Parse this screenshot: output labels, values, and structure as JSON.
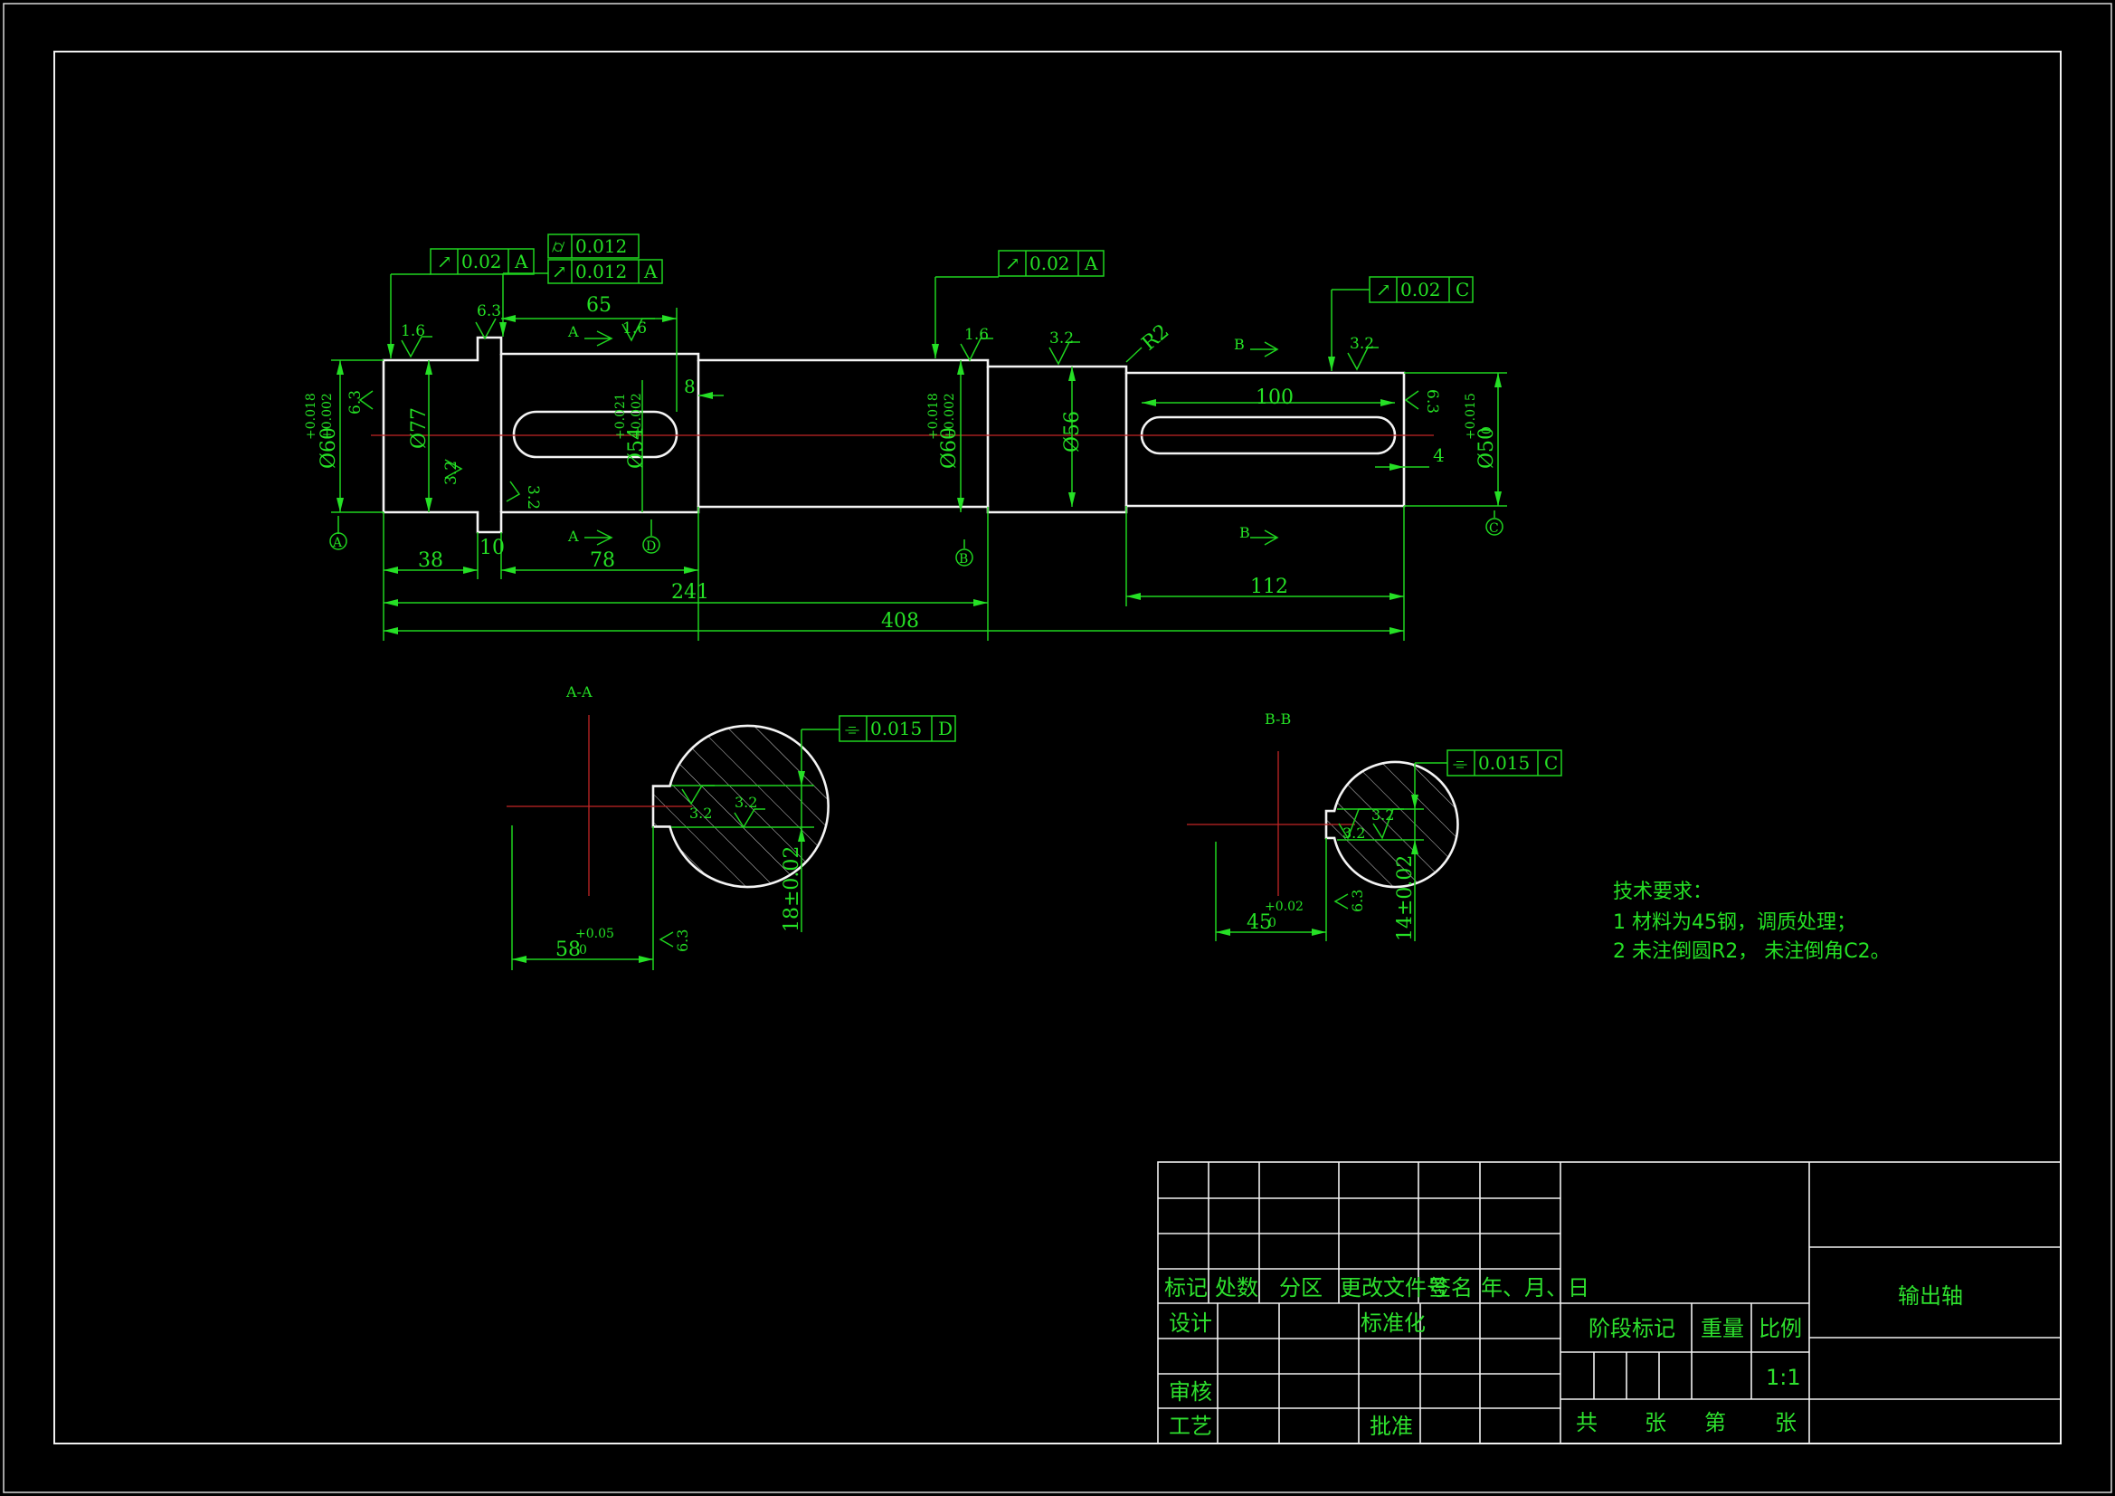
{
  "colors": {
    "background": "#000000",
    "geometry": "#f4f4f4",
    "annotation": "#25e025",
    "centerline": "#c22525"
  },
  "main_view": {
    "fcf": [
      {
        "symbol": "↗",
        "value": "0.02",
        "datum": "A"
      },
      {
        "symbol": "⌭",
        "value": "0.012",
        "datum": ""
      },
      {
        "symbol": "↗",
        "value": "0.012",
        "datum": "A"
      },
      {
        "symbol": "↗",
        "value": "0.02",
        "datum": "A"
      },
      {
        "symbol": "↗",
        "value": "0.02",
        "datum": "C"
      }
    ],
    "roughness": {
      "r16": "1.6",
      "r32": "3.2",
      "r63": "6.3"
    },
    "dims": {
      "d65": "65",
      "d8": "8",
      "d100": "100",
      "d4": "4",
      "d38": "38",
      "d10": "10",
      "d78": "78",
      "d241": "241",
      "d408": "408",
      "d112": "112",
      "dia77": "Ø77",
      "dia60": "Ø60",
      "dia54": "Ø54",
      "dia56": "Ø56",
      "dia50": "Ø50",
      "tol_60": [
        "+0.018",
        "+0.002"
      ],
      "tol_54": [
        "+0.021",
        "+0.002"
      ],
      "tol_50": [
        "+0.015",
        "0"
      ],
      "radius": "R2"
    },
    "datums": [
      "A",
      "D",
      "B",
      "C"
    ],
    "section_marks": {
      "a": "A",
      "b": "B"
    }
  },
  "section_aa": {
    "title": "A-A",
    "fcf": {
      "symbol": "⌯",
      "value": "0.015",
      "datum": "D"
    },
    "width": "58",
    "width_tol": [
      "+0.05",
      "0"
    ],
    "height": "18±0.02",
    "roughness": [
      "3.2",
      "3.2",
      "6.3"
    ]
  },
  "section_bb": {
    "title": "B-B",
    "fcf": {
      "symbol": "⌯",
      "value": "0.015",
      "datum": "C"
    },
    "width": "45",
    "width_tol": [
      "+0.02",
      "0"
    ],
    "height": "14±0.02",
    "roughness": [
      "3.2",
      "3.2",
      "6.3"
    ]
  },
  "tech_req": {
    "title": "技术要求：",
    "lines": [
      "1  材料为45钢，调质处理；",
      "2  未注倒圆R2，  未注倒角C2。"
    ]
  },
  "title_block": {
    "headers": [
      "标记",
      "处数",
      "分区",
      "更改文件号",
      "签名",
      "年、月、日"
    ],
    "design": "设计",
    "standard": "标准化",
    "review": "审核",
    "process": "工艺",
    "approve": "批准",
    "stage": "阶段标记",
    "weight": "重量",
    "scale_label": "比例",
    "scale_value": "1:1",
    "part_name": "输出轴",
    "sheet": {
      "total": "共",
      "sheets": "张",
      "nth": "第",
      "sheet2": "张"
    }
  }
}
